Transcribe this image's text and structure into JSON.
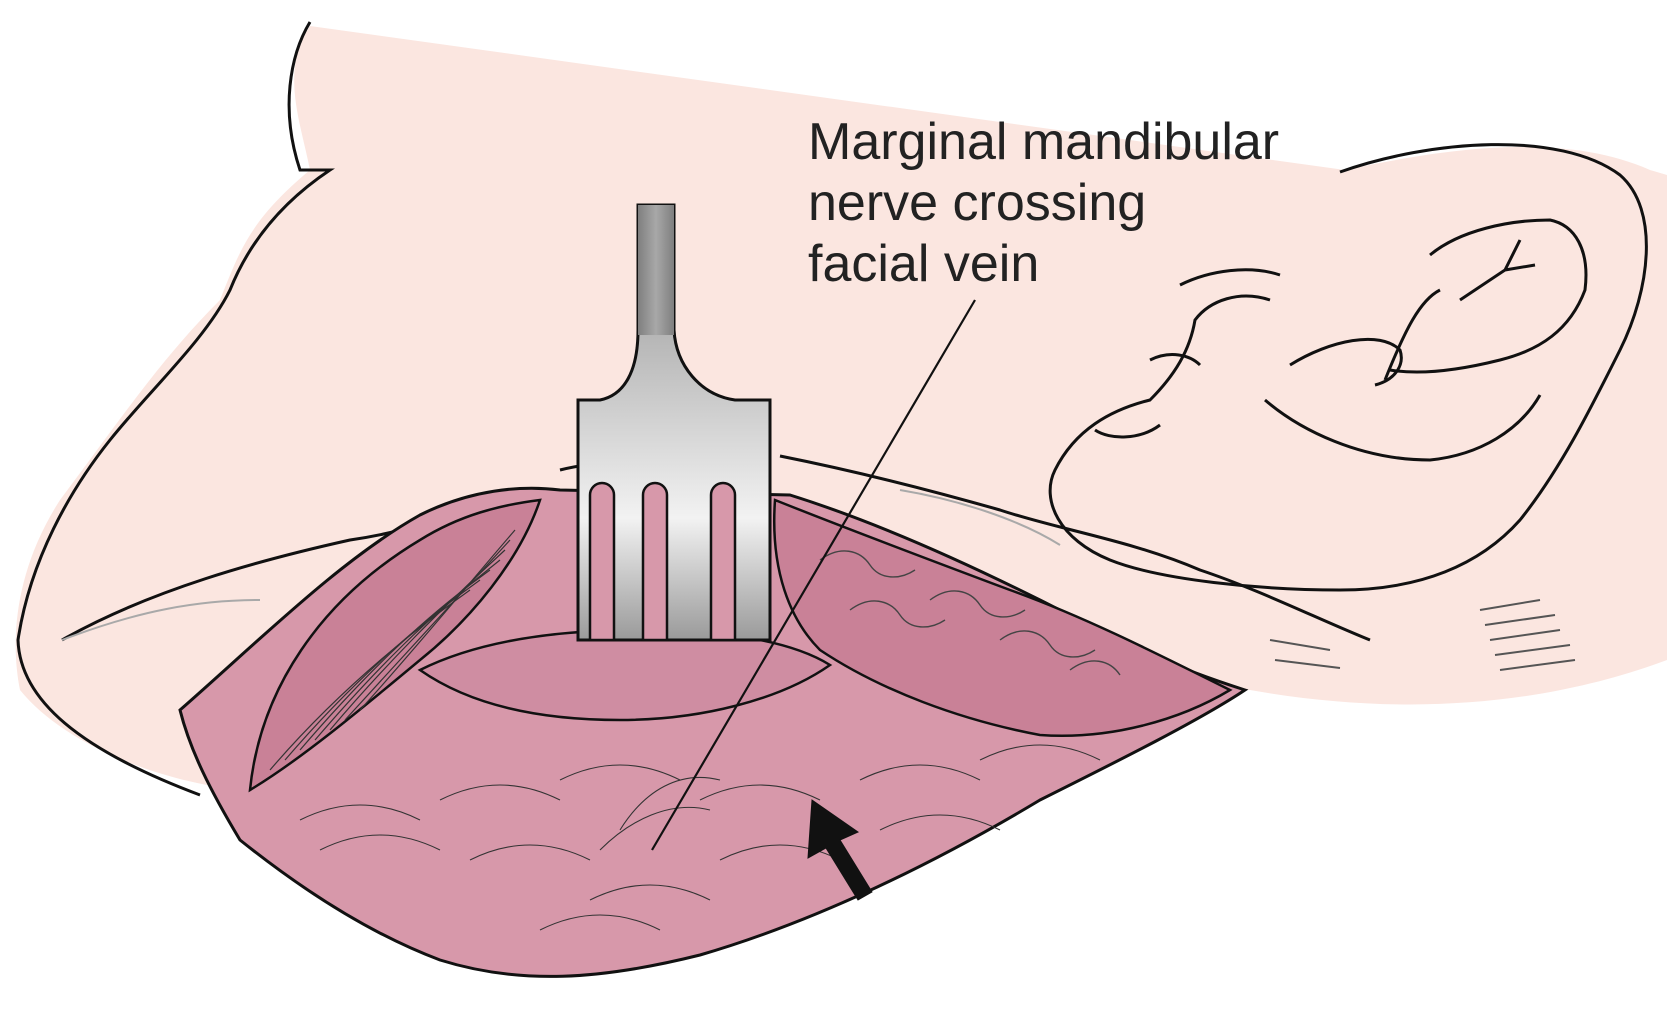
{
  "label": {
    "lines": [
      "Marginal mandibular",
      "nerve crossing",
      "facial vein"
    ]
  },
  "colors": {
    "skin": "#fbe6e0",
    "muscle": "#d798aa",
    "muscle_dark": "#c98197",
    "retractor_light": "#e9e9e9",
    "retractor_dark": "#8f8f8f",
    "outline": "#111111"
  },
  "icons": [
    "retractor-icon",
    "arrow-icon",
    "ear-icon"
  ]
}
